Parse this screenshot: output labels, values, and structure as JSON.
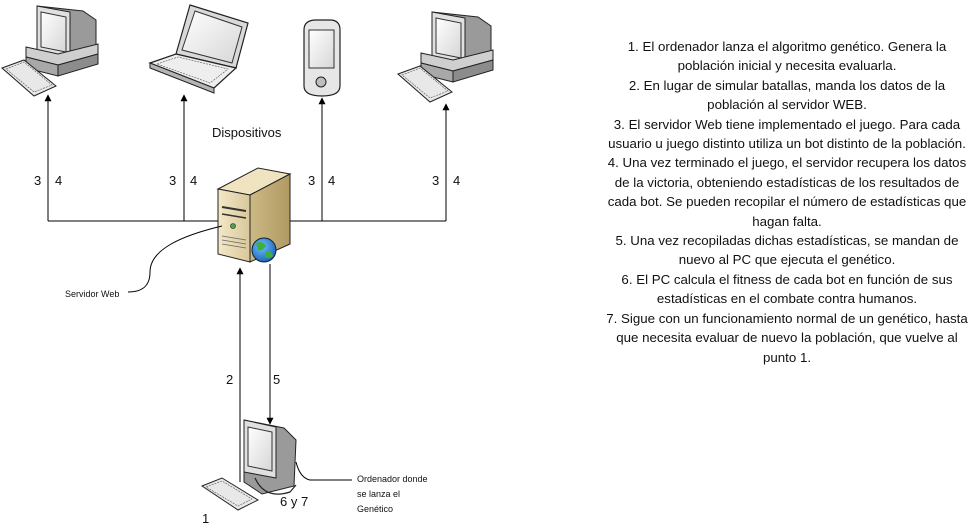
{
  "diagram": {
    "dispositivos_label": "Dispositivos",
    "arrow_labels": {
      "up": "3",
      "down": "4",
      "to_server": "2",
      "to_pc": "5",
      "pc_step": "1",
      "fitness_step": "6 y 7"
    },
    "servidor_label": "Servidor Web",
    "ordenador_label": [
      "Ordenador donde",
      "se lanza el",
      "Genético"
    ],
    "device_icons": [
      "desktop-pc-icon",
      "laptop-icon",
      "pda-icon",
      "desktop-pc-icon"
    ],
    "steps": [
      "1. El ordenador lanza el algoritmo genético. Genera la población inicial y necesita evaluarla.",
      "2. En lugar de simular batallas, manda los datos de la población al servidor WEB.",
      "3. El servidor Web tiene implementado el juego. Para cada usuario u juego distinto utiliza un bot distinto de la población.",
      "4. Una vez terminado el juego, el servidor recupera los datos de la victoria, obteniendo estadísticas de los resultados de cada bot. Se pueden recopilar el número de estadísticas que hagan falta.",
      "5. Una vez recopiladas dichas estadísticas, se mandan de nuevo al PC que ejecuta el genético.",
      "6. El PC calcula el fitness de cada bot en función de sus estadísticas en el combate contra humanos.",
      "7. Sigue con un funcionamiento normal de un genético, hasta que necesita evaluar de nuevo la población, que vuelve al punto 1."
    ]
  }
}
